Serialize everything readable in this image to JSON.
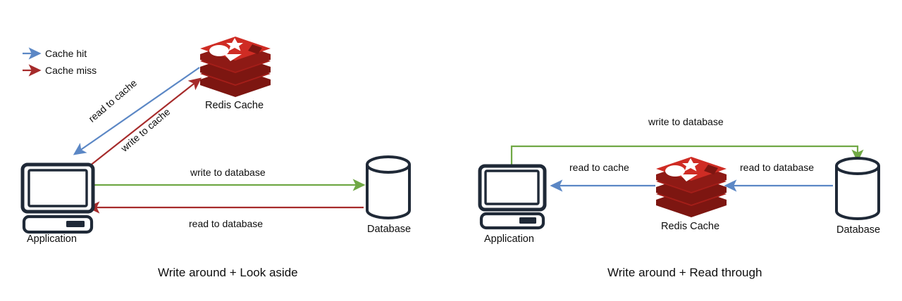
{
  "diagram": {
    "title_left": "Write around + Look aside",
    "title_right": "Write around + Read through",
    "legend": {
      "items": [
        {
          "label": "Cache hit",
          "color": "#5b87c5",
          "icon": "arrow-right-icon"
        },
        {
          "label": "Cache miss",
          "color": "#a62b2b",
          "icon": "arrow-right-icon"
        }
      ]
    },
    "colors": {
      "blue": "#5b87c5",
      "red": "#a62b2b",
      "green": "#70a845",
      "outline": "#1f2937",
      "redis_top": "#cf2c24",
      "redis_mid": "#a41e19",
      "redis_dark": "#7d1611",
      "redis_side": "#8e1a15"
    },
    "left_panel": {
      "nodes": [
        {
          "name": "Application",
          "type": "computer-icon"
        },
        {
          "name": "Redis Cache",
          "type": "redis-icon"
        },
        {
          "name": "Database",
          "type": "database-cylinder-icon"
        }
      ],
      "edges": [
        {
          "label": "read to cache",
          "color": "#5b87c5",
          "from": "Redis Cache",
          "to": "Application"
        },
        {
          "label": "write to cache",
          "color": "#a62b2b",
          "from": "Application",
          "to": "Redis Cache"
        },
        {
          "label": "write to database",
          "color": "#70a845",
          "from": "Application",
          "to": "Database"
        },
        {
          "label": "read to database",
          "color": "#a62b2b",
          "from": "Database",
          "to": "Application"
        }
      ]
    },
    "right_panel": {
      "nodes": [
        {
          "name": "Application",
          "type": "computer-icon"
        },
        {
          "name": "Redis Cache",
          "type": "redis-icon"
        },
        {
          "name": "Database",
          "type": "database-cylinder-icon"
        }
      ],
      "edges": [
        {
          "label": "write to database",
          "color": "#70a845",
          "from": "Application",
          "to": "Database"
        },
        {
          "label": "read to cache",
          "color": "#5b87c5",
          "from": "Redis Cache",
          "to": "Application"
        },
        {
          "label": "read to database",
          "color": "#5b87c5",
          "from": "Database",
          "to": "Redis Cache"
        }
      ]
    }
  }
}
